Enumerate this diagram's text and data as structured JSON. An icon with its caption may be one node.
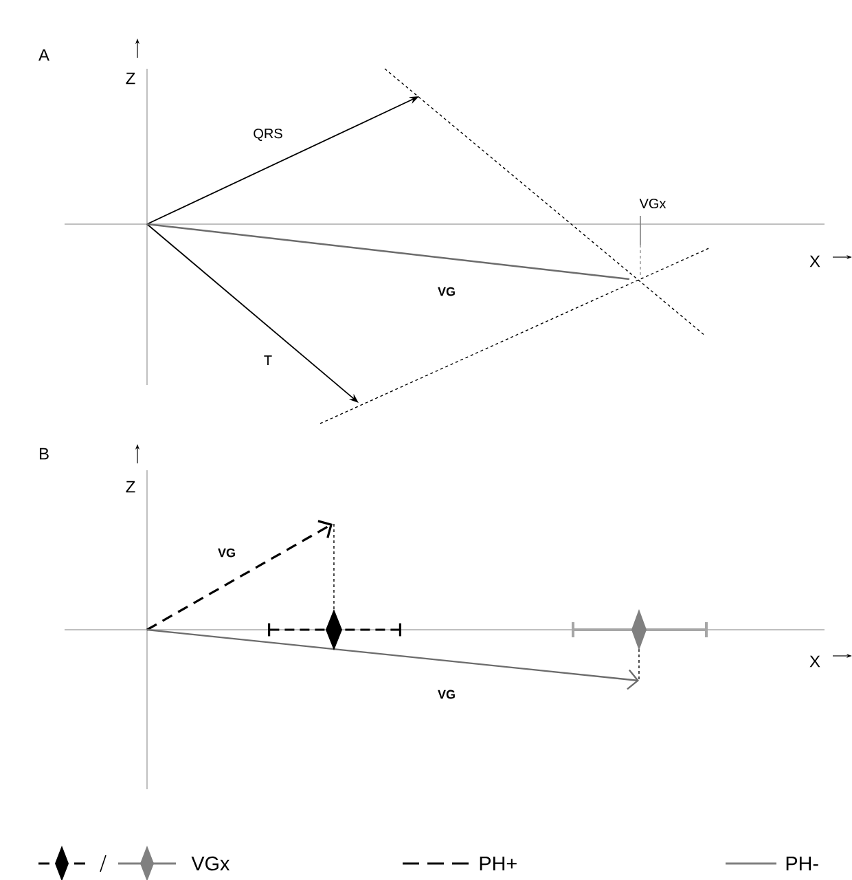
{
  "diagram": {
    "labels": [
      "A",
      "Z",
      "QRS",
      "VGx",
      "X",
      "VG",
      "T",
      "B",
      "Z",
      "VG",
      "X",
      "VG"
    ],
    "legend": [
      {
        "text": "VGx"
      },
      {
        "text": "PH+"
      },
      {
        "text": "PH-"
      }
    ]
  }
}
